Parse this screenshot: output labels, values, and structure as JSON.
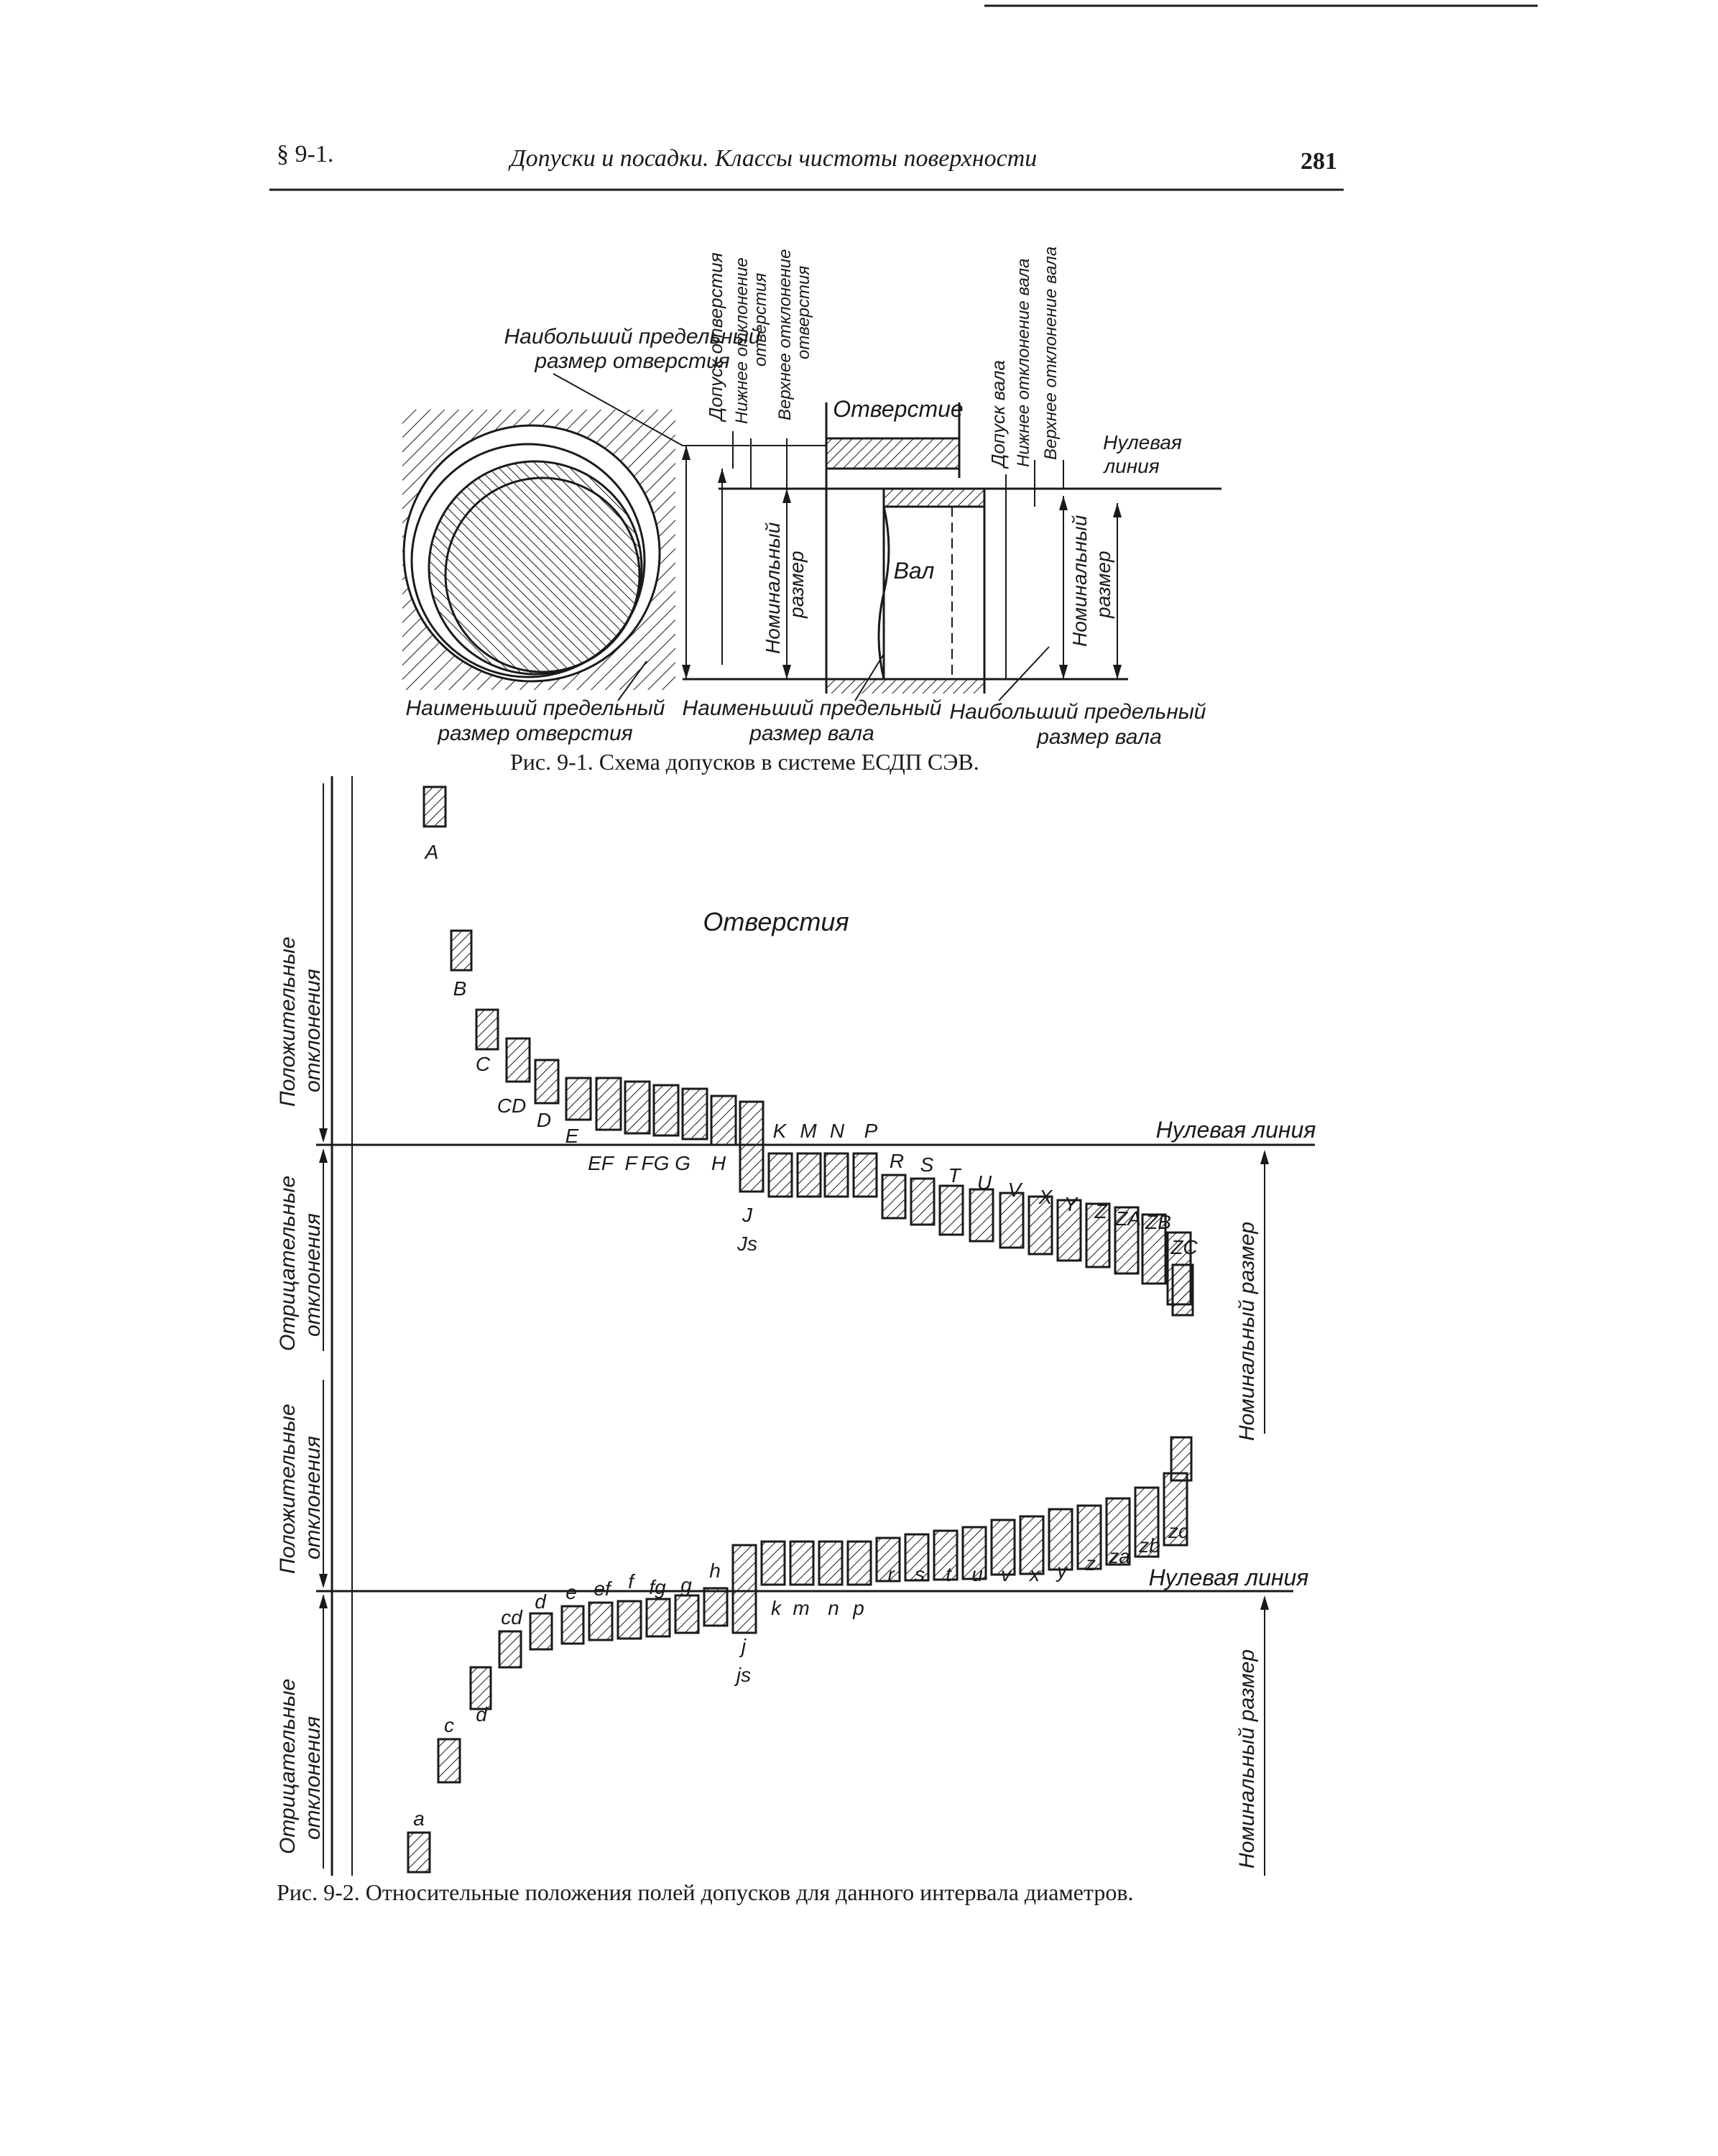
{
  "header": {
    "section": "§ 9-1.",
    "title": "Допуски и посадки. Классы чистоты поверхности",
    "page_number": "281"
  },
  "fig1": {
    "caption": "Рис. 9-1. Схема допусков в системе ЕСДП СЭВ.",
    "labels": {
      "max_hole": [
        "Наибольший предельный",
        "размер отверстия"
      ],
      "min_hole": [
        "Наименьший предельный",
        "размер отверстия"
      ],
      "min_shaft": [
        "Наименьший предельный",
        "размер вала"
      ],
      "max_shaft": [
        "Наибольший предельный",
        "размер вала"
      ],
      "hole_tolerance": "Допуск отверстия",
      "hole_lower_dev": [
        "Нижнее отклонение",
        "отверстия"
      ],
      "hole_upper_dev": [
        "Верхнее отклонение",
        "отверстия"
      ],
      "shaft_tolerance": "Допуск вала",
      "shaft_lower_dev": "Нижнее отклонение вала",
      "shaft_upper_dev": "Верхнее отклонение вала",
      "hole": "Отверстие",
      "shaft": "Вал",
      "zero_line": [
        "Нулевая",
        "линия"
      ],
      "nominal_left": [
        "Номинальный",
        "размер"
      ],
      "nominal_right": [
        "Номинальный",
        "размер"
      ]
    }
  },
  "fig2": {
    "caption": "Рис. 9-2. Относительные положения полей допусков для данного интервала диаметров.",
    "holes_title": "Отверстия",
    "zero_line": "Нулевая линия",
    "nominal_size": "Номинальный размер",
    "side_labels": {
      "pos": [
        "Положительные",
        "отклонения"
      ],
      "neg": [
        "Отрицательные",
        "отклонения"
      ]
    },
    "hole_letters": [
      "A",
      "B",
      "C",
      "CD",
      "D",
      "E",
      "EF",
      "F",
      "FG",
      "G",
      "H",
      "J",
      "Js",
      "K",
      "M",
      "N",
      "P",
      "R",
      "S",
      "T",
      "U",
      "V",
      "X",
      "Y",
      "Z",
      "ZA",
      "ZB",
      "ZC"
    ],
    "shaft_letters": [
      "a",
      "c",
      "d",
      "cd",
      "d",
      "e",
      "ef",
      "f",
      "fg",
      "g",
      "h",
      "j",
      "js",
      "k",
      "m",
      "n",
      "p",
      "r",
      "s",
      "t",
      "u",
      "v",
      "x",
      "y",
      "z",
      "za",
      "zb",
      "zc"
    ]
  }
}
